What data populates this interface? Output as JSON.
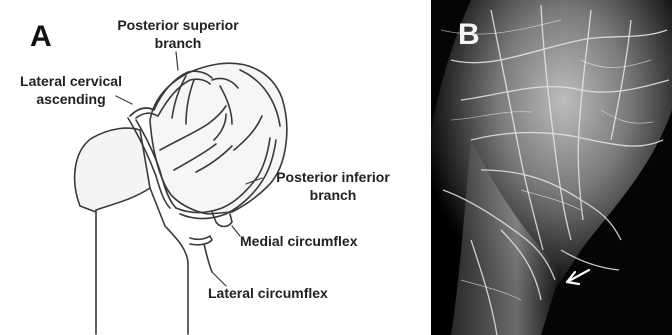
{
  "panels": {
    "a": {
      "letter": "A",
      "labels": {
        "posterior_superior": [
          "Posterior superior",
          "branch"
        ],
        "lateral_cervical": [
          "Lateral cervical",
          "ascending"
        ],
        "posterior_inferior": [
          "Posterior inferior",
          "branch"
        ],
        "medial_circumflex": "Medial circumflex",
        "lateral_circumflex": "Lateral circumflex"
      }
    },
    "b": {
      "letter": "B"
    }
  }
}
